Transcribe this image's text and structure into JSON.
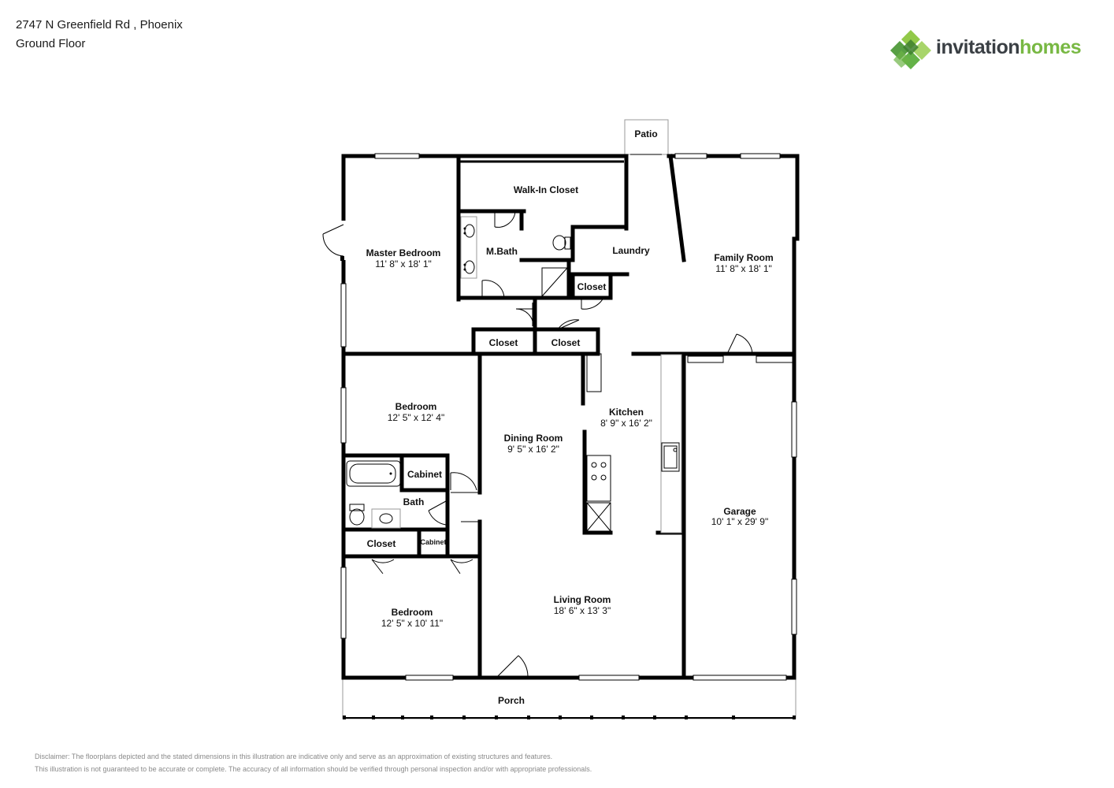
{
  "header": {
    "address": "2747 N Greenfield Rd , Phoenix",
    "floor": "Ground Floor"
  },
  "logo": {
    "part1": "invitation",
    "part2": "homes",
    "color_dark": "#3a3f44",
    "color_green": "#78b843"
  },
  "rooms": {
    "patio": {
      "name": "Patio"
    },
    "walk_in_closet": {
      "name": "Walk-In Closet"
    },
    "master_bedroom": {
      "name": "Master Bedroom",
      "dims": "11' 8\" x 18' 1\""
    },
    "m_bath": {
      "name": "M.Bath"
    },
    "laundry": {
      "name": "Laundry"
    },
    "family_room": {
      "name": "Family Room",
      "dims": "11' 8\" x 18' 1\""
    },
    "closet_laundry": {
      "name": "Closet"
    },
    "closet_hall_1": {
      "name": "Closet"
    },
    "closet_hall_2": {
      "name": "Closet"
    },
    "bedroom_1": {
      "name": "Bedroom",
      "dims": "12' 5\" x 12' 4\""
    },
    "cabinet_1": {
      "name": "Cabinet"
    },
    "bath": {
      "name": "Bath"
    },
    "closet_bedroom2": {
      "name": "Closet"
    },
    "cabinet_2": {
      "name": "Cabinet"
    },
    "kitchen": {
      "name": "Kitchen",
      "dims": "8' 9\" x 16' 2\""
    },
    "dining_room": {
      "name": "Dining Room",
      "dims": "9' 5\" x 16' 2\""
    },
    "garage": {
      "name": "Garage",
      "dims": "10' 1\" x 29' 9\""
    },
    "living_room": {
      "name": "Living Room",
      "dims": "18' 6\" x 13' 3\""
    },
    "bedroom_2": {
      "name": "Bedroom",
      "dims": "12' 5\" x 10' 11\""
    },
    "porch": {
      "name": "Porch"
    }
  },
  "disclaimer": {
    "line1": "Disclaimer: The floorplans depicted and the stated dimensions in this illustration are indicative only and serve as an approximation of existing structures and features.",
    "line2": "This illustration is not guaranteed to be accurate or complete. The accuracy of all information should be verified through personal inspection and/or with appropriate professionals."
  }
}
